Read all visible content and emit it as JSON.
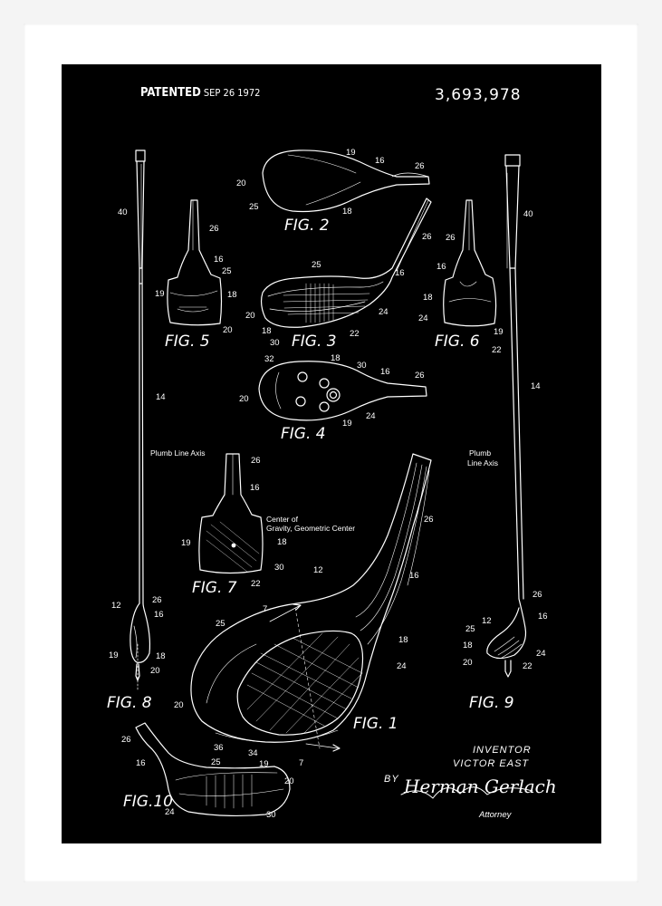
{
  "header": {
    "patented": "PATENTED",
    "date": "SEP 26 1972",
    "patent_number": "3,693,978"
  },
  "figures": {
    "fig1": "FIG. 1",
    "fig2": "FIG. 2",
    "fig3": "FIG. 3",
    "fig4": "FIG. 4",
    "fig5": "FIG. 5",
    "fig6": "FIG. 6",
    "fig7": "FIG. 7",
    "fig8": "FIG. 8",
    "fig9": "FIG. 9",
    "fig10": "FIG.10"
  },
  "annotations": {
    "plumb_line_left": "Plumb Line Axis",
    "plumb_line_right_1": "Plumb",
    "plumb_line_right_2": "Line Axis",
    "center_of_gravity_1": "Center of",
    "center_of_gravity_2": "Gravity, Geometric Center"
  },
  "inventor": {
    "label": "INVENTOR",
    "name": "VICTOR EAST",
    "by": "BY",
    "signature": "Herman Gerlach",
    "role": "Attorney"
  },
  "reference_numerals": {
    "r12": "12",
    "r14": "14",
    "r16": "16",
    "r18": "18",
    "r19": "19",
    "r20": "20",
    "r22": "22",
    "r24": "24",
    "r25": "25",
    "r26": "26",
    "r30": "30",
    "r32": "32",
    "r34": "34",
    "r36": "36",
    "r40": "40",
    "r7": "7"
  },
  "colors": {
    "frame": "#ffffff",
    "poster_background": "#000000",
    "line_art": "#ffffff"
  }
}
